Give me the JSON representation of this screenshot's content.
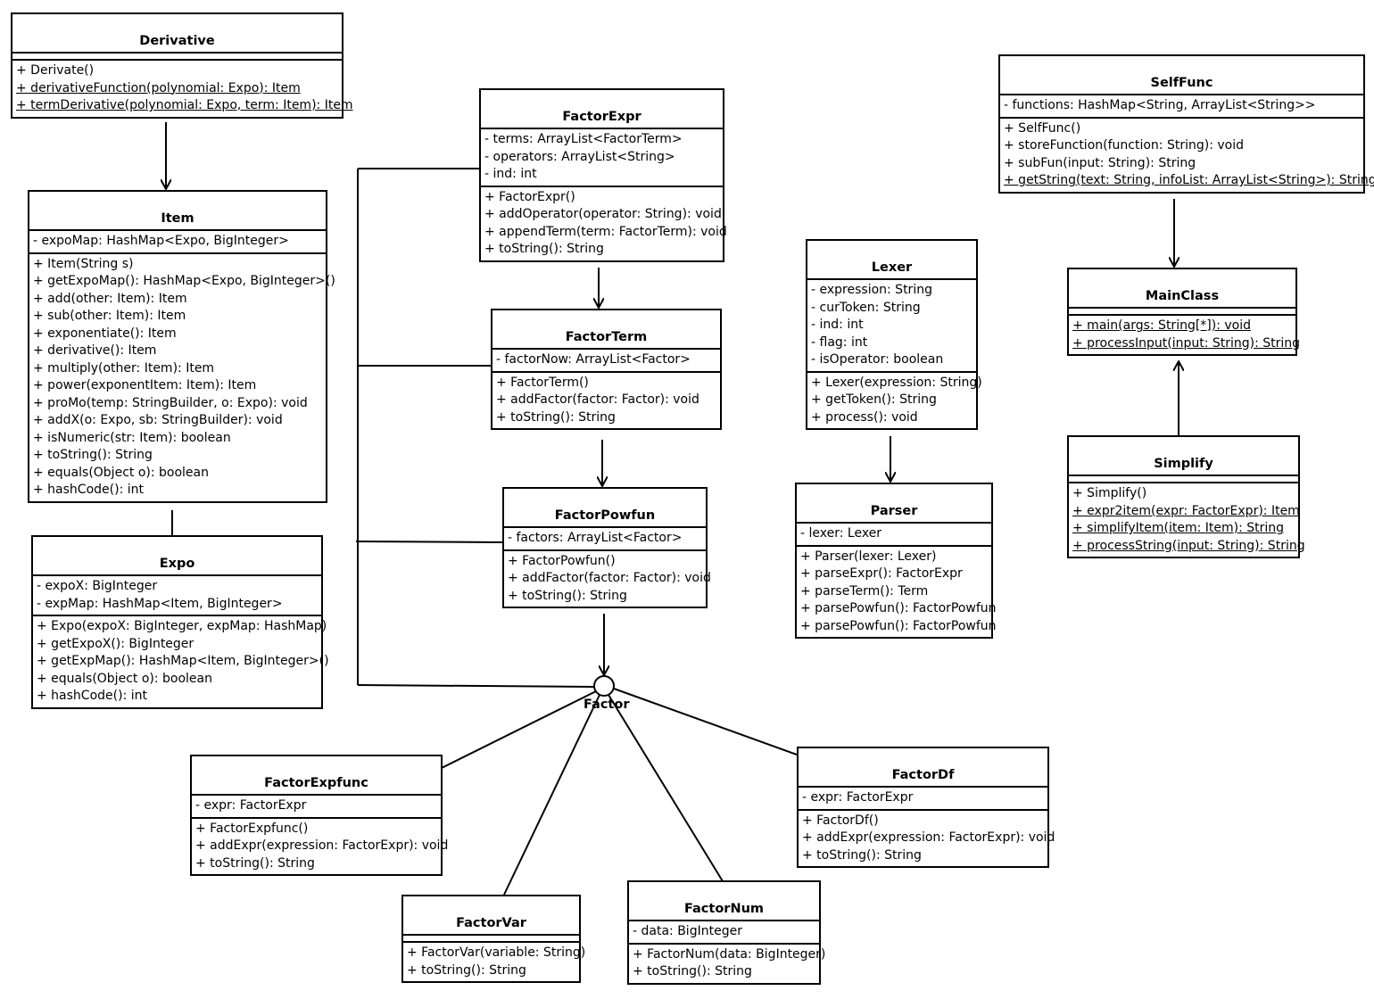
{
  "classes": [
    {
      "id": "Derivative",
      "name": "Derivative",
      "attributes": [],
      "methods": [
        {
          "text": "+ Derivate()",
          "static": false
        },
        {
          "text": "+ derivativeFunction(polynomial: Expo): Item",
          "static": true
        },
        {
          "text": "+ termDerivative(polynomial: Expo, term: Item): Item",
          "static": true
        }
      ]
    },
    {
      "id": "Item",
      "name": "Item",
      "attributes": [
        {
          "text": "- expoMap: HashMap<Expo, BigInteger>",
          "static": false
        }
      ],
      "methods": [
        {
          "text": "+ Item(String s)",
          "static": false
        },
        {
          "text": "+ getExpoMap(): HashMap<Expo, BigInteger>()",
          "static": false
        },
        {
          "text": "+ add(other: Item): Item",
          "static": false
        },
        {
          "text": "+ sub(other: Item): Item",
          "static": false
        },
        {
          "text": "+ exponentiate(): Item",
          "static": false
        },
        {
          "text": "+ derivative(): Item",
          "static": false
        },
        {
          "text": "+ multiply(other: Item): Item",
          "static": false
        },
        {
          "text": "+ power(exponentItem: Item): Item",
          "static": false
        },
        {
          "text": "+ proMo(temp: StringBuilder, o: Expo): void",
          "static": false
        },
        {
          "text": "+ addX(o: Expo, sb: StringBuilder): void",
          "static": false
        },
        {
          "text": "+ isNumeric(str: Item): boolean",
          "static": false
        },
        {
          "text": "+ toString(): String",
          "static": false
        },
        {
          "text": "+ equals(Object o): boolean",
          "static": false
        },
        {
          "text": "+ hashCode(): int",
          "static": false
        }
      ]
    },
    {
      "id": "Expo",
      "name": "Expo",
      "attributes": [
        {
          "text": "- expoX: BigInteger",
          "static": false
        },
        {
          "text": "- expMap: HashMap<Item, BigInteger>",
          "static": false
        }
      ],
      "methods": [
        {
          "text": "+ Expo(expoX: BigInteger, expMap: HashMap)",
          "static": false
        },
        {
          "text": "+ getExpoX(): BigInteger",
          "static": false
        },
        {
          "text": "+ getExpMap(): HashMap<Item, BigInteger>()",
          "static": false
        },
        {
          "text": "+ equals(Object o): boolean",
          "static": false
        },
        {
          "text": "+ hashCode(): int",
          "static": false
        }
      ]
    },
    {
      "id": "FactorExpr",
      "name": "FactorExpr",
      "attributes": [
        {
          "text": "- terms: ArrayList<FactorTerm>",
          "static": false
        },
        {
          "text": "- operators: ArrayList<String>",
          "static": false
        },
        {
          "text": "- ind: int",
          "static": false
        }
      ],
      "methods": [
        {
          "text": "+ FactorExpr()",
          "static": false
        },
        {
          "text": "+ addOperator(operator: String): void",
          "static": false
        },
        {
          "text": "+ appendTerm(term: FactorTerm): void",
          "static": false
        },
        {
          "text": "+ toString(): String",
          "static": false
        }
      ]
    },
    {
      "id": "FactorTerm",
      "name": "FactorTerm",
      "attributes": [
        {
          "text": "- factorNow: ArrayList<Factor>",
          "static": false
        }
      ],
      "methods": [
        {
          "text": "+ FactorTerm()",
          "static": false
        },
        {
          "text": "+ addFactor(factor: Factor): void",
          "static": false
        },
        {
          "text": "+ toString(): String",
          "static": false
        }
      ]
    },
    {
      "id": "FactorPowfun",
      "name": "FactorPowfun",
      "attributes": [
        {
          "text": "- factors: ArrayList<Factor>",
          "static": false
        }
      ],
      "methods": [
        {
          "text": "+ FactorPowfun()",
          "static": false
        },
        {
          "text": "+ addFactor(factor: Factor): void",
          "static": false
        },
        {
          "text": "+ toString(): String",
          "static": false
        }
      ]
    },
    {
      "id": "Lexer",
      "name": "Lexer",
      "attributes": [
        {
          "text": "- expression: String",
          "static": false
        },
        {
          "text": "- curToken: String",
          "static": false
        },
        {
          "text": "- ind: int",
          "static": false
        },
        {
          "text": "- flag: int",
          "static": false
        },
        {
          "text": "- isOperator: boolean",
          "static": false
        }
      ],
      "methods": [
        {
          "text": "+ Lexer(expression: String)",
          "static": false
        },
        {
          "text": "+ getToken(): String",
          "static": false
        },
        {
          "text": "+ process(): void",
          "static": false
        }
      ]
    },
    {
      "id": "Parser",
      "name": "Parser",
      "attributes": [
        {
          "text": "- lexer: Lexer",
          "static": false
        }
      ],
      "methods": [
        {
          "text": "+ Parser(lexer: Lexer)",
          "static": false
        },
        {
          "text": "+ parseExpr(): FactorExpr",
          "static": false
        },
        {
          "text": "+ parseTerm(): Term",
          "static": false
        },
        {
          "text": "+ parsePowfun(): FactorPowfun",
          "static": false
        },
        {
          "text": "+ parsePowfun(): FactorPowfun",
          "static": false
        }
      ]
    },
    {
      "id": "SelfFunc",
      "name": "SelfFunc",
      "attributes": [
        {
          "text": "- functions: HashMap<String, ArrayList<String>>",
          "static": false
        }
      ],
      "methods": [
        {
          "text": "+ SelfFunc()",
          "static": false
        },
        {
          "text": "+ storeFunction(function: String): void",
          "static": false
        },
        {
          "text": "+ subFun(input: String): String",
          "static": false
        },
        {
          "text": "+ getString(text: String, infoList: ArrayList<String>): String",
          "static": true
        }
      ]
    },
    {
      "id": "MainClass",
      "name": "MainClass",
      "attributes": [],
      "methods": [
        {
          "text": "+ main(args: String[*]): void",
          "static": true
        },
        {
          "text": "+ processInput(input: String): String",
          "static": true
        }
      ]
    },
    {
      "id": "Simplify",
      "name": "Simplify",
      "attributes": [],
      "methods": [
        {
          "text": "+ Simplify()",
          "static": false
        },
        {
          "text": "+ expr2item(expr: FactorExpr): Item",
          "static": true
        },
        {
          "text": "+ simplifyItem(item: Item): String",
          "static": true
        },
        {
          "text": "+ processString(input: String): String",
          "static": true
        }
      ]
    },
    {
      "id": "FactorExpfunc",
      "name": "FactorExpfunc",
      "attributes": [
        {
          "text": "- expr: FactorExpr",
          "static": false
        }
      ],
      "methods": [
        {
          "text": "+ FactorExpfunc()",
          "static": false
        },
        {
          "text": "+ addExpr(expression: FactorExpr): void",
          "static": false
        },
        {
          "text": "+ toString(): String",
          "static": false
        }
      ]
    },
    {
      "id": "FactorVar",
      "name": "FactorVar",
      "attributes": [],
      "methods": [
        {
          "text": "+ FactorVar(variable: String)",
          "static": false
        },
        {
          "text": "+ toString(): String",
          "static": false
        }
      ]
    },
    {
      "id": "FactorNum",
      "name": "FactorNum",
      "attributes": [
        {
          "text": "- data: BigInteger",
          "static": false
        }
      ],
      "methods": [
        {
          "text": "+ FactorNum(data: BigInteger)",
          "static": false
        },
        {
          "text": "+ toString(): String",
          "static": false
        }
      ]
    },
    {
      "id": "FactorDf",
      "name": "FactorDf",
      "attributes": [
        {
          "text": "- expr: FactorExpr",
          "static": false
        }
      ],
      "methods": [
        {
          "text": "+ FactorDf()",
          "static": false
        },
        {
          "text": "+ addExpr(expression: FactorExpr): void",
          "static": false
        },
        {
          "text": "+ toString(): String",
          "static": false
        }
      ]
    }
  ],
  "interface": {
    "name": "Factor"
  },
  "relations": [
    {
      "from": "Derivative",
      "to": "Item",
      "kind": "dependency-arrow"
    },
    {
      "from": "Item",
      "to": "Expo",
      "kind": "association"
    },
    {
      "from": "FactorExpr",
      "to": "FactorTerm",
      "kind": "dependency-arrow"
    },
    {
      "from": "FactorTerm",
      "to": "FactorPowfun",
      "kind": "dependency-arrow"
    },
    {
      "from": "FactorPowfun",
      "to": "Factor",
      "kind": "dependency-arrow"
    },
    {
      "from": "Lexer",
      "to": "Parser",
      "kind": "dependency-arrow"
    },
    {
      "from": "SelfFunc",
      "to": "MainClass",
      "kind": "dependency-arrow"
    },
    {
      "from": "Simplify",
      "to": "MainClass",
      "kind": "dependency-arrow"
    },
    {
      "from": "FactorExpr",
      "to": "Factor",
      "kind": "realization"
    },
    {
      "from": "FactorTerm",
      "to": "Factor",
      "kind": "realization"
    },
    {
      "from": "FactorPowfun",
      "to": "Factor",
      "kind": "realization"
    },
    {
      "from": "FactorExpfunc",
      "to": "Factor",
      "kind": "realization"
    },
    {
      "from": "FactorVar",
      "to": "Factor",
      "kind": "realization"
    },
    {
      "from": "FactorNum",
      "to": "Factor",
      "kind": "realization"
    },
    {
      "from": "FactorDf",
      "to": "Factor",
      "kind": "realization"
    }
  ]
}
